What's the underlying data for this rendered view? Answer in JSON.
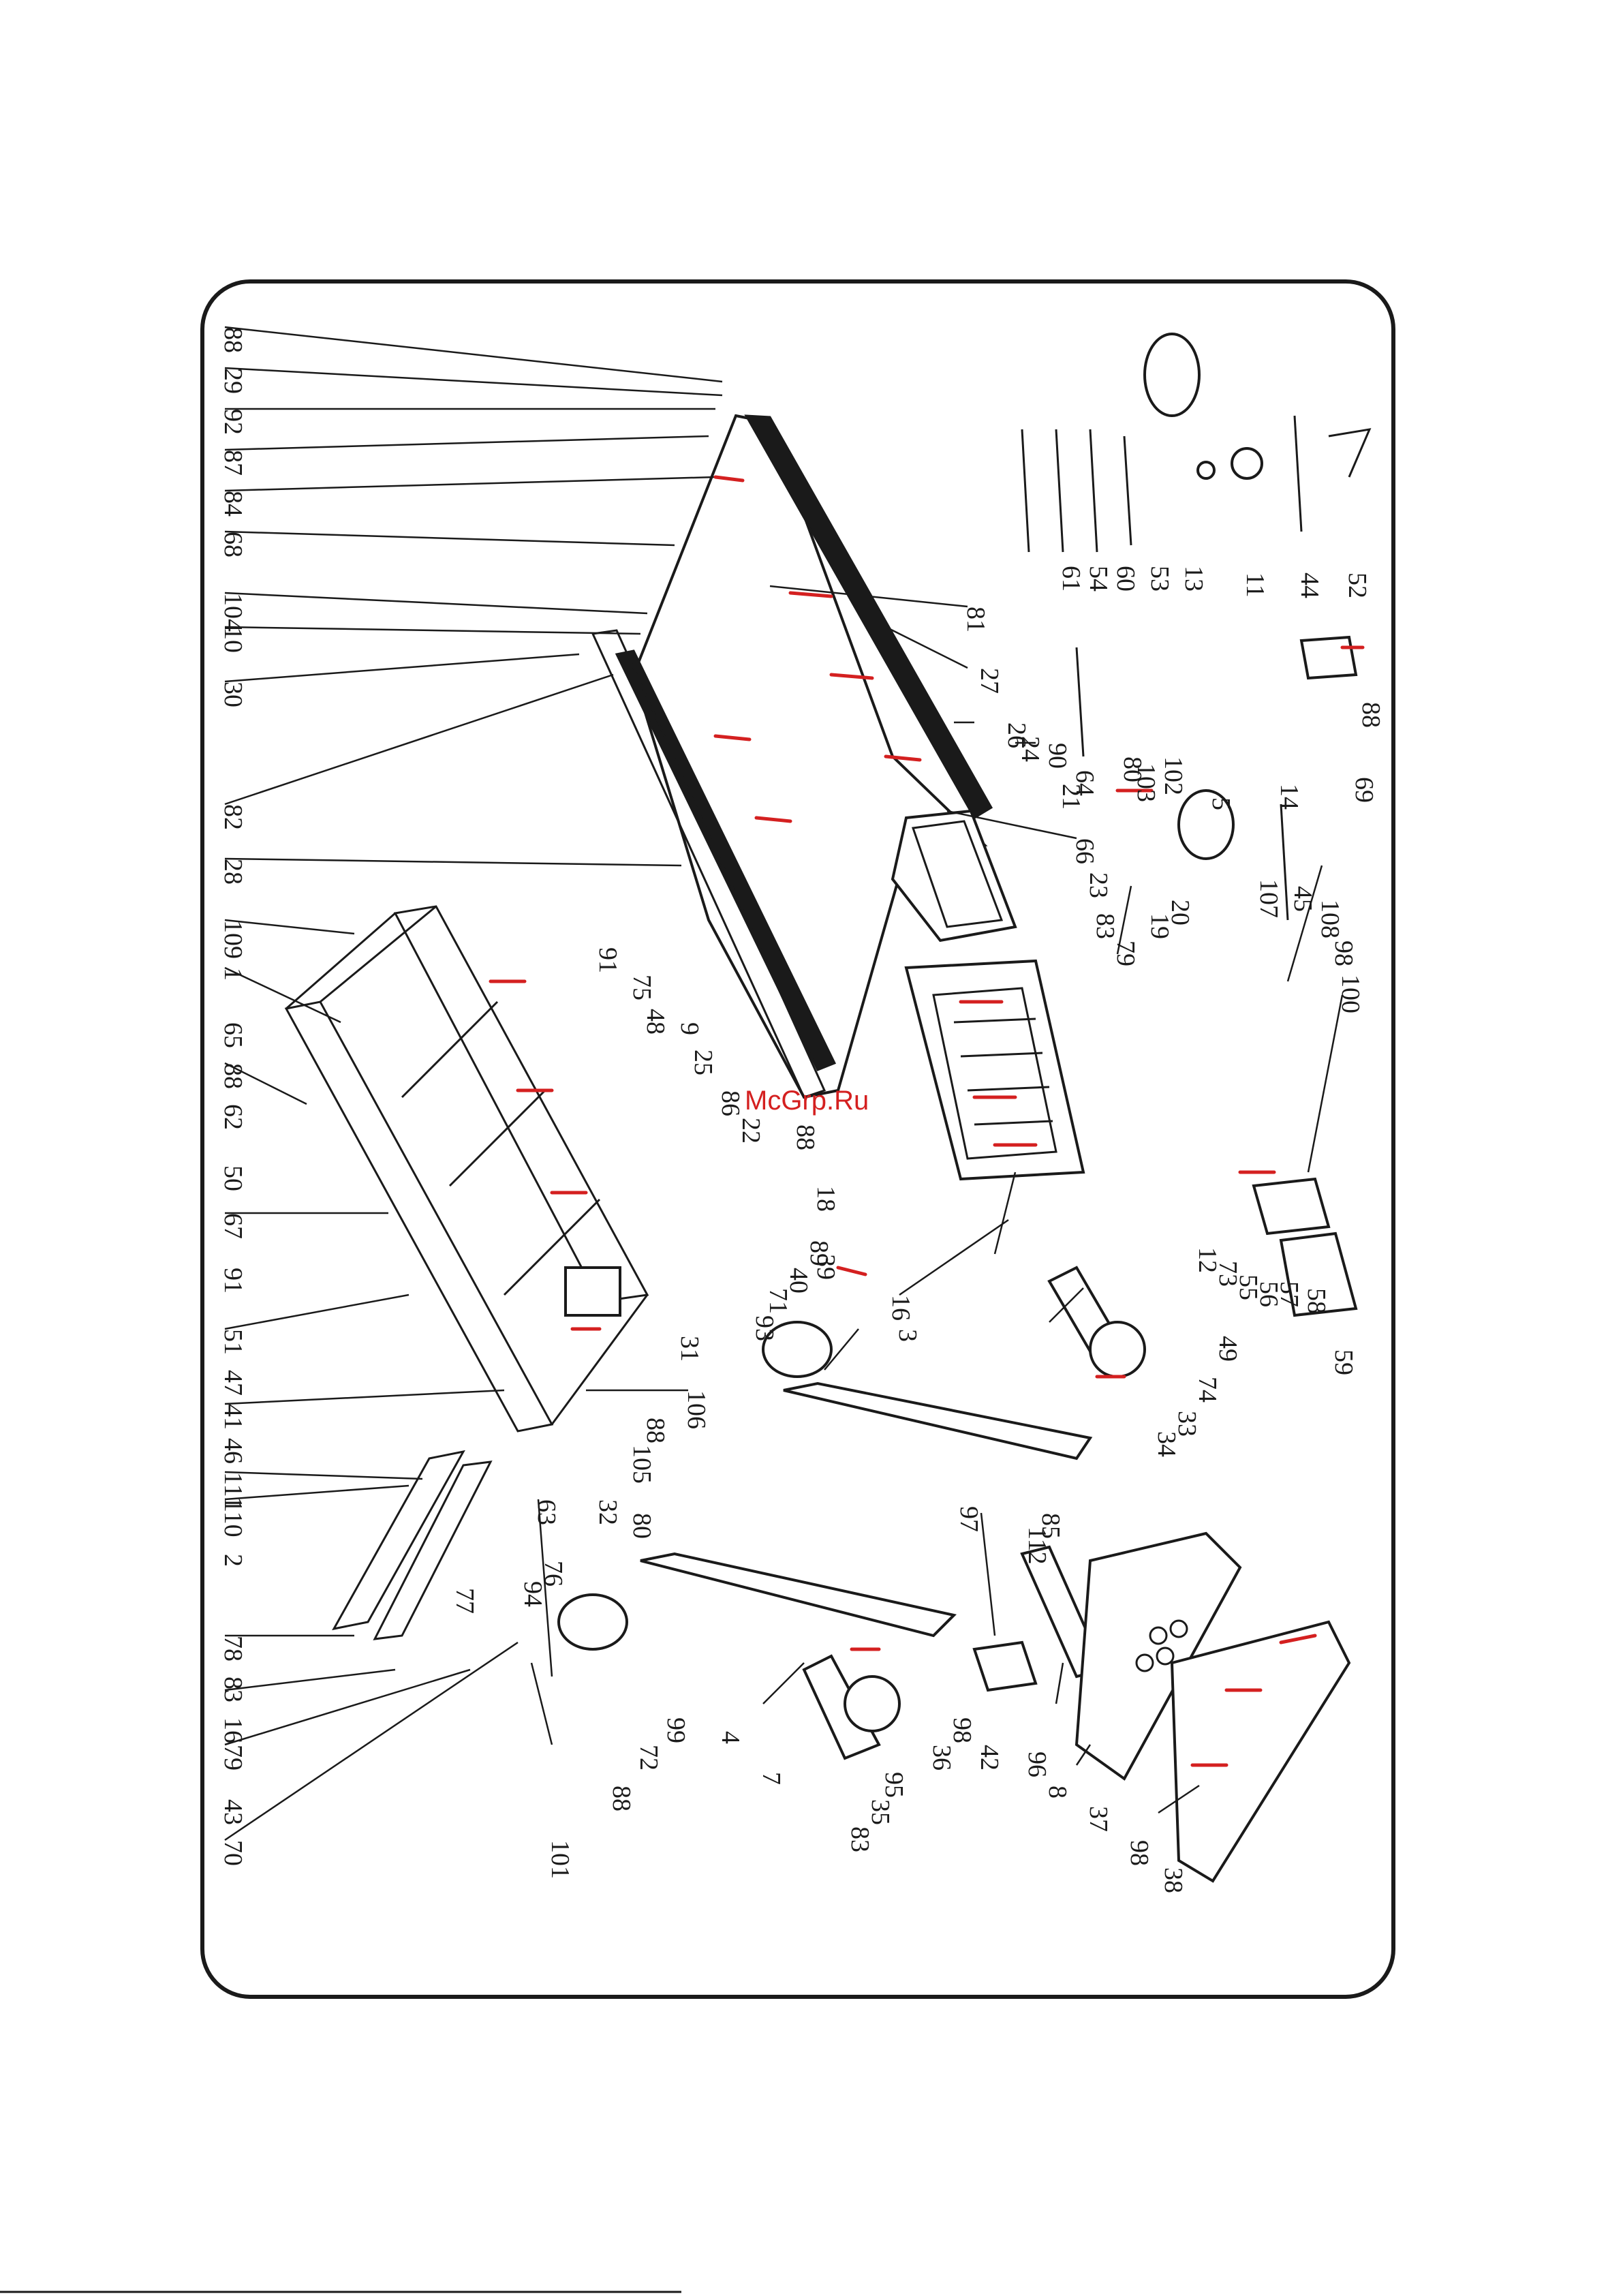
{
  "watermark": "McGrp.Ru",
  "part_labels": [
    "88",
    "29",
    "92",
    "87",
    "84",
    "68",
    "104",
    "10",
    "30",
    "82",
    "28",
    "109",
    "1",
    "65",
    "88",
    "62",
    "50",
    "67",
    "91",
    "51",
    "47",
    "41",
    "46",
    "111",
    "110",
    "2",
    "78",
    "83",
    "16",
    "79",
    "43",
    "70",
    "91",
    "75",
    "48",
    "9",
    "25",
    "86",
    "22",
    "88",
    "18",
    "89",
    "39",
    "40",
    "71",
    "93",
    "31",
    "16",
    "3",
    "106",
    "88",
    "105",
    "63",
    "76",
    "94",
    "77",
    "32",
    "80",
    "4",
    "7",
    "83",
    "35",
    "95",
    "36",
    "98",
    "72",
    "88",
    "99",
    "101",
    "81",
    "27",
    "26",
    "24",
    "90",
    "21",
    "66",
    "23",
    "83",
    "79",
    "19",
    "20",
    "107",
    "45",
    "108",
    "98",
    "100",
    "64",
    "80",
    "103",
    "102",
    "5",
    "14",
    "69",
    "88",
    "61",
    "54",
    "60",
    "53",
    "13",
    "11",
    "44",
    "52",
    "12",
    "73",
    "55",
    "56",
    "57",
    "58",
    "59",
    "49",
    "74",
    "33",
    "34",
    "85",
    "112",
    "97",
    "42",
    "96",
    "8",
    "37",
    "98",
    "38"
  ]
}
